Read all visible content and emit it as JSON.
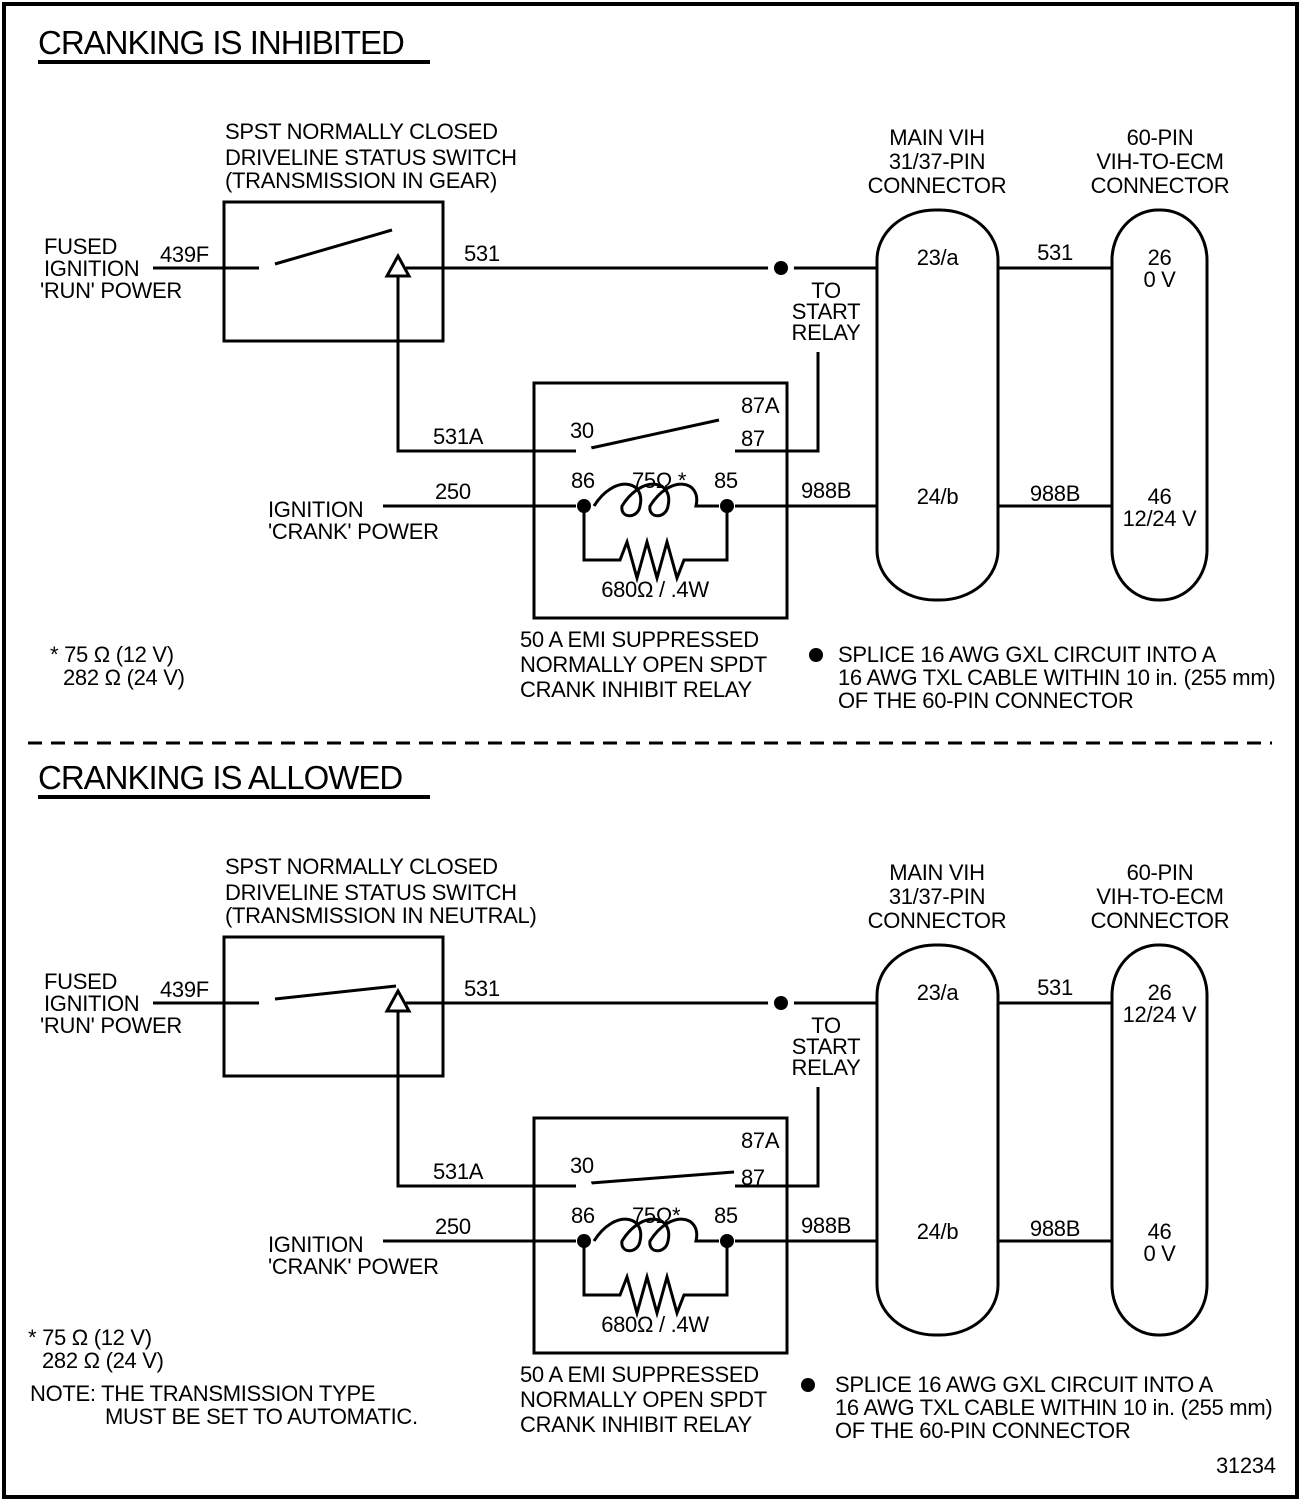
{
  "figure_number": "31234",
  "sections": [
    {
      "title": "CRANKING IS INHIBITED",
      "switch_caption": [
        "SPST NORMALLY CLOSED",
        "DRIVELINE STATUS SWITCH",
        "(TRANSMISSION IN GEAR)"
      ],
      "run_power_label": [
        "FUSED",
        "IGNITION",
        "'RUN' POWER"
      ],
      "crank_power_label": [
        "IGNITION",
        "'CRANK' POWER"
      ],
      "wires": {
        "run_in": "439F",
        "switch_out": "531",
        "relay_in": "531A",
        "crank_in": "250",
        "relay_out": "988B",
        "conn_mid_top": "531",
        "conn_mid_bottom": "988B"
      },
      "relay": {
        "pin_30": "30",
        "pin_87a": "87A",
        "pin_87": "87",
        "pin_86": "86",
        "pin_85": "85",
        "coil_value": "75Ω *",
        "resistor_value": "680Ω / .4W",
        "caption": [
          "50 A EMI SUPPRESSED",
          "NORMALLY OPEN SPDT",
          "CRANK INHIBIT RELAY"
        ]
      },
      "start_relay_label": [
        "TO",
        "START",
        "RELAY"
      ],
      "main_connector": {
        "caption": [
          "MAIN VIH",
          "31/37-PIN",
          "CONNECTOR"
        ],
        "pin_top": "23/a",
        "pin_bottom": "24/b"
      },
      "ecm_connector": {
        "caption": [
          "60-PIN",
          "VIH-TO-ECM",
          "CONNECTOR"
        ],
        "pin_top": "26",
        "pin_top_voltage": "0 V",
        "pin_bottom": "46",
        "pin_bottom_voltage": "12/24 V"
      },
      "footnote": [
        "* 75 Ω (12 V)",
        "282 Ω (24 V)"
      ],
      "splice_note": [
        "SPLICE 16 AWG GXL CIRCUIT INTO A",
        "16 AWG TXL CABLE WITHIN 10 in. (255 mm)",
        "OF THE 60-PIN CONNECTOR"
      ]
    },
    {
      "title": "CRANKING IS ALLOWED",
      "switch_caption": [
        "SPST NORMALLY CLOSED",
        "DRIVELINE STATUS SWITCH",
        "(TRANSMISSION IN NEUTRAL)"
      ],
      "run_power_label": [
        "FUSED",
        "IGNITION",
        "'RUN' POWER"
      ],
      "crank_power_label": [
        "IGNITION",
        "'CRANK' POWER"
      ],
      "wires": {
        "run_in": "439F",
        "switch_out": "531",
        "relay_in": "531A",
        "crank_in": "250",
        "relay_out": "988B",
        "conn_mid_top": "531",
        "conn_mid_bottom": "988B"
      },
      "relay": {
        "pin_30": "30",
        "pin_87a": "87A",
        "pin_87": "87",
        "pin_86": "86",
        "pin_85": "85",
        "coil_value": "75Ω*",
        "resistor_value": "680Ω / .4W",
        "caption": [
          "50 A EMI SUPPRESSED",
          "NORMALLY OPEN SPDT",
          "CRANK INHIBIT RELAY"
        ]
      },
      "start_relay_label": [
        "TO",
        "START",
        "RELAY"
      ],
      "main_connector": {
        "caption": [
          "MAIN VIH",
          "31/37-PIN",
          "CONNECTOR"
        ],
        "pin_top": "23/a",
        "pin_bottom": "24/b"
      },
      "ecm_connector": {
        "caption": [
          "60-PIN",
          "VIH-TO-ECM",
          "CONNECTOR"
        ],
        "pin_top": "26",
        "pin_top_voltage": "12/24 V",
        "pin_bottom": "46",
        "pin_bottom_voltage": "0 V"
      },
      "footnote": [
        "* 75 Ω (12 V)",
        "282 Ω (24 V)"
      ],
      "note": [
        "NOTE: THE TRANSMISSION TYPE",
        "MUST BE SET TO AUTOMATIC."
      ],
      "splice_note": [
        "SPLICE 16 AWG GXL CIRCUIT INTO A",
        "16 AWG TXL CABLE WITHIN 10 in. (255 mm)",
        "OF THE 60-PIN CONNECTOR"
      ]
    }
  ]
}
